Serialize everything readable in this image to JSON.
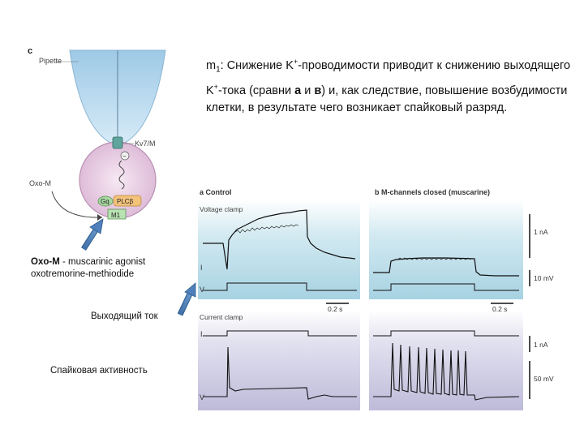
{
  "panel_c": {
    "letter": "c",
    "pipette_label": "Pipette",
    "kv_label": "Kv7/M",
    "oxo_label": "Oxo-M",
    "gq_label": "Gq",
    "plcb_label": "PLCβ",
    "m1_label": "M1",
    "minus_label": "−"
  },
  "main_text": {
    "m": "m",
    "sub": "1",
    "part1": ": Снижение K",
    "sup1": "+",
    "part2": "-проводимости приводит к снижению выходящего K",
    "sup2": "+",
    "part3": "-тока (сравни ",
    "a": "а",
    "and": " и ",
    "b": "в",
    "part4": ") и, как следствие, повышение возбудимости клетки, в результате чего возникает спайковый разряд."
  },
  "oxo_desc": {
    "bold": "Oxo-M",
    "line1_rest": " - muscarinic agonist",
    "line2": "oxotremorine-methiodide"
  },
  "outward_current_label": "Выходящий ток",
  "spike_activity_label": "Спайковая активность",
  "traces": {
    "head_a": "a  Control",
    "head_b": "b  M-channels closed (muscarine)",
    "voltage_clamp": "Voltage clamp",
    "current_clamp": "Current clamp",
    "i_label": "I",
    "v_label": "V",
    "scale_time_a": "0.2 s",
    "scale_time_b": "0.2 s",
    "scale_1na_top": "1 nA",
    "scale_10mv": "10 mV",
    "scale_1na_bottom": "1 nA",
    "scale_50mv": "50 mV"
  }
}
